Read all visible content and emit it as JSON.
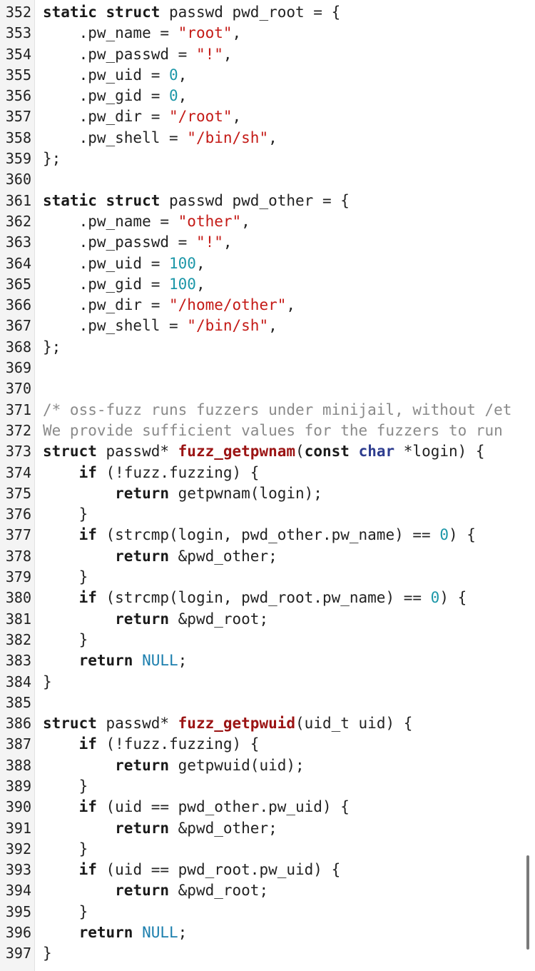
{
  "colors": {
    "keyword": "#1a1a1a",
    "string": "#c41a16",
    "number": "#1c97a8",
    "type": "#2e3d8f",
    "function": "#9b1414",
    "comment": "#8a8a8a",
    "null": "#1c7fae",
    "gutter_bg": "#f4f4f4"
  },
  "lines": [
    {
      "num": "352",
      "tokens": [
        {
          "t": "kw",
          "v": "static"
        },
        {
          "t": "p",
          "v": " "
        },
        {
          "t": "kw",
          "v": "struct"
        },
        {
          "t": "p",
          "v": " passwd pwd_root = {"
        }
      ]
    },
    {
      "num": "353",
      "tokens": [
        {
          "t": "p",
          "v": "    .pw_name = "
        },
        {
          "t": "str",
          "v": "\"root\""
        },
        {
          "t": "p",
          "v": ","
        }
      ]
    },
    {
      "num": "354",
      "tokens": [
        {
          "t": "p",
          "v": "    .pw_passwd = "
        },
        {
          "t": "str",
          "v": "\"!\""
        },
        {
          "t": "p",
          "v": ","
        }
      ]
    },
    {
      "num": "355",
      "tokens": [
        {
          "t": "p",
          "v": "    .pw_uid = "
        },
        {
          "t": "num",
          "v": "0"
        },
        {
          "t": "p",
          "v": ","
        }
      ]
    },
    {
      "num": "356",
      "tokens": [
        {
          "t": "p",
          "v": "    .pw_gid = "
        },
        {
          "t": "num",
          "v": "0"
        },
        {
          "t": "p",
          "v": ","
        }
      ]
    },
    {
      "num": "357",
      "tokens": [
        {
          "t": "p",
          "v": "    .pw_dir = "
        },
        {
          "t": "str",
          "v": "\"/root\""
        },
        {
          "t": "p",
          "v": ","
        }
      ]
    },
    {
      "num": "358",
      "tokens": [
        {
          "t": "p",
          "v": "    .pw_shell = "
        },
        {
          "t": "str",
          "v": "\"/bin/sh\""
        },
        {
          "t": "p",
          "v": ","
        }
      ]
    },
    {
      "num": "359",
      "tokens": [
        {
          "t": "p",
          "v": "};"
        }
      ]
    },
    {
      "num": "360",
      "tokens": []
    },
    {
      "num": "361",
      "tokens": [
        {
          "t": "kw",
          "v": "static"
        },
        {
          "t": "p",
          "v": " "
        },
        {
          "t": "kw",
          "v": "struct"
        },
        {
          "t": "p",
          "v": " passwd pwd_other = {"
        }
      ]
    },
    {
      "num": "362",
      "tokens": [
        {
          "t": "p",
          "v": "    .pw_name = "
        },
        {
          "t": "str",
          "v": "\"other\""
        },
        {
          "t": "p",
          "v": ","
        }
      ]
    },
    {
      "num": "363",
      "tokens": [
        {
          "t": "p",
          "v": "    .pw_passwd = "
        },
        {
          "t": "str",
          "v": "\"!\""
        },
        {
          "t": "p",
          "v": ","
        }
      ]
    },
    {
      "num": "364",
      "tokens": [
        {
          "t": "p",
          "v": "    .pw_uid = "
        },
        {
          "t": "num",
          "v": "100"
        },
        {
          "t": "p",
          "v": ","
        }
      ]
    },
    {
      "num": "365",
      "tokens": [
        {
          "t": "p",
          "v": "    .pw_gid = "
        },
        {
          "t": "num",
          "v": "100"
        },
        {
          "t": "p",
          "v": ","
        }
      ]
    },
    {
      "num": "366",
      "tokens": [
        {
          "t": "p",
          "v": "    .pw_dir = "
        },
        {
          "t": "str",
          "v": "\"/home/other\""
        },
        {
          "t": "p",
          "v": ","
        }
      ]
    },
    {
      "num": "367",
      "tokens": [
        {
          "t": "p",
          "v": "    .pw_shell = "
        },
        {
          "t": "str",
          "v": "\"/bin/sh\""
        },
        {
          "t": "p",
          "v": ","
        }
      ]
    },
    {
      "num": "368",
      "tokens": [
        {
          "t": "p",
          "v": "};"
        }
      ]
    },
    {
      "num": "369",
      "tokens": []
    },
    {
      "num": "370",
      "tokens": []
    },
    {
      "num": "371",
      "tokens": [
        {
          "t": "cmt",
          "v": "/* oss-fuzz runs fuzzers under minijail, without /et"
        }
      ]
    },
    {
      "num": "372",
      "tokens": [
        {
          "t": "cmt",
          "v": "We provide sufficient values for the fuzzers to run "
        }
      ]
    },
    {
      "num": "373",
      "tokens": [
        {
          "t": "kw",
          "v": "struct"
        },
        {
          "t": "p",
          "v": " passwd* "
        },
        {
          "t": "fn",
          "v": "fuzz_getpwnam"
        },
        {
          "t": "p",
          "v": "("
        },
        {
          "t": "kw",
          "v": "const"
        },
        {
          "t": "p",
          "v": " "
        },
        {
          "t": "type",
          "v": "char"
        },
        {
          "t": "p",
          "v": " *login) {"
        }
      ]
    },
    {
      "num": "374",
      "tokens": [
        {
          "t": "p",
          "v": "    "
        },
        {
          "t": "kw",
          "v": "if"
        },
        {
          "t": "p",
          "v": " (!fuzz.fuzzing) {"
        }
      ]
    },
    {
      "num": "375",
      "tokens": [
        {
          "t": "p",
          "v": "        "
        },
        {
          "t": "kw",
          "v": "return"
        },
        {
          "t": "p",
          "v": " getpwnam(login);"
        }
      ]
    },
    {
      "num": "376",
      "tokens": [
        {
          "t": "p",
          "v": "    }"
        }
      ]
    },
    {
      "num": "377",
      "tokens": [
        {
          "t": "p",
          "v": "    "
        },
        {
          "t": "kw",
          "v": "if"
        },
        {
          "t": "p",
          "v": " (strcmp(login, pwd_other.pw_name) == "
        },
        {
          "t": "num",
          "v": "0"
        },
        {
          "t": "p",
          "v": ") {"
        }
      ]
    },
    {
      "num": "378",
      "tokens": [
        {
          "t": "p",
          "v": "        "
        },
        {
          "t": "kw",
          "v": "return"
        },
        {
          "t": "p",
          "v": " &pwd_other;"
        }
      ]
    },
    {
      "num": "379",
      "tokens": [
        {
          "t": "p",
          "v": "    }"
        }
      ]
    },
    {
      "num": "380",
      "tokens": [
        {
          "t": "p",
          "v": "    "
        },
        {
          "t": "kw",
          "v": "if"
        },
        {
          "t": "p",
          "v": " (strcmp(login, pwd_root.pw_name) == "
        },
        {
          "t": "num",
          "v": "0"
        },
        {
          "t": "p",
          "v": ") {"
        }
      ]
    },
    {
      "num": "381",
      "tokens": [
        {
          "t": "p",
          "v": "        "
        },
        {
          "t": "kw",
          "v": "return"
        },
        {
          "t": "p",
          "v": " &pwd_root;"
        }
      ]
    },
    {
      "num": "382",
      "tokens": [
        {
          "t": "p",
          "v": "    }"
        }
      ]
    },
    {
      "num": "383",
      "tokens": [
        {
          "t": "p",
          "v": "    "
        },
        {
          "t": "kw",
          "v": "return"
        },
        {
          "t": "p",
          "v": " "
        },
        {
          "t": "null",
          "v": "NULL"
        },
        {
          "t": "p",
          "v": ";"
        }
      ]
    },
    {
      "num": "384",
      "tokens": [
        {
          "t": "p",
          "v": "}"
        }
      ]
    },
    {
      "num": "385",
      "tokens": []
    },
    {
      "num": "386",
      "tokens": [
        {
          "t": "kw",
          "v": "struct"
        },
        {
          "t": "p",
          "v": " passwd* "
        },
        {
          "t": "fn",
          "v": "fuzz_getpwuid"
        },
        {
          "t": "p",
          "v": "(uid_t uid) {"
        }
      ]
    },
    {
      "num": "387",
      "tokens": [
        {
          "t": "p",
          "v": "    "
        },
        {
          "t": "kw",
          "v": "if"
        },
        {
          "t": "p",
          "v": " (!fuzz.fuzzing) {"
        }
      ]
    },
    {
      "num": "388",
      "tokens": [
        {
          "t": "p",
          "v": "        "
        },
        {
          "t": "kw",
          "v": "return"
        },
        {
          "t": "p",
          "v": " getpwuid(uid);"
        }
      ]
    },
    {
      "num": "389",
      "tokens": [
        {
          "t": "p",
          "v": "    }"
        }
      ]
    },
    {
      "num": "390",
      "tokens": [
        {
          "t": "p",
          "v": "    "
        },
        {
          "t": "kw",
          "v": "if"
        },
        {
          "t": "p",
          "v": " (uid == pwd_other.pw_uid) {"
        }
      ]
    },
    {
      "num": "391",
      "tokens": [
        {
          "t": "p",
          "v": "        "
        },
        {
          "t": "kw",
          "v": "return"
        },
        {
          "t": "p",
          "v": " &pwd_other;"
        }
      ]
    },
    {
      "num": "392",
      "tokens": [
        {
          "t": "p",
          "v": "    }"
        }
      ]
    },
    {
      "num": "393",
      "tokens": [
        {
          "t": "p",
          "v": "    "
        },
        {
          "t": "kw",
          "v": "if"
        },
        {
          "t": "p",
          "v": " (uid == pwd_root.pw_uid) {"
        }
      ]
    },
    {
      "num": "394",
      "tokens": [
        {
          "t": "p",
          "v": "        "
        },
        {
          "t": "kw",
          "v": "return"
        },
        {
          "t": "p",
          "v": " &pwd_root;"
        }
      ]
    },
    {
      "num": "395",
      "tokens": [
        {
          "t": "p",
          "v": "    }"
        }
      ]
    },
    {
      "num": "396",
      "tokens": [
        {
          "t": "p",
          "v": "    "
        },
        {
          "t": "kw",
          "v": "return"
        },
        {
          "t": "p",
          "v": " "
        },
        {
          "t": "null",
          "v": "NULL"
        },
        {
          "t": "p",
          "v": ";"
        }
      ]
    },
    {
      "num": "397",
      "tokens": [
        {
          "t": "p",
          "v": "}"
        }
      ]
    }
  ]
}
